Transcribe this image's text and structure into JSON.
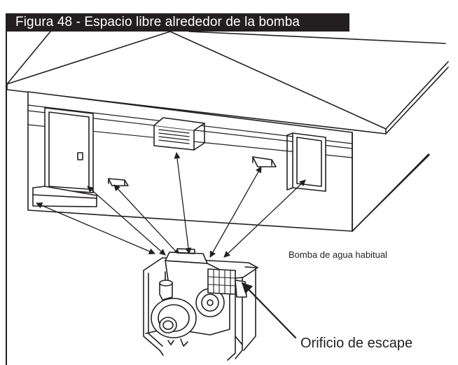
{
  "figure": {
    "title": "Figura 48 - Espacio libre alrededor de la bomba",
    "labels": {
      "pump": "Bomba de agua habitual",
      "exhaust": "Orificio de escape"
    }
  },
  "colors": {
    "ink": "#231f20",
    "paper": "#ffffff",
    "wall": "#e8e8e8"
  }
}
